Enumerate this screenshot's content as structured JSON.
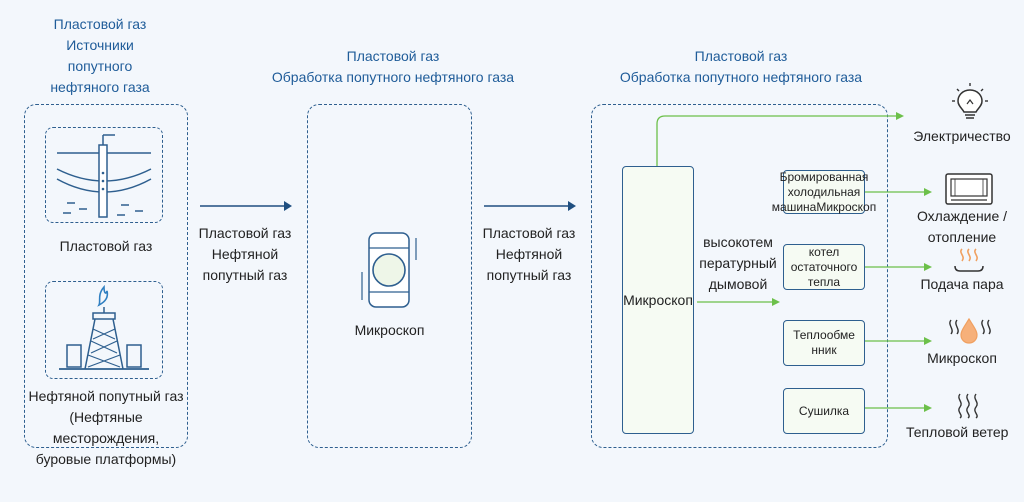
{
  "columns": {
    "sources": {
      "title_lines": [
        "Пластовой газ",
        "Источники",
        "попутного",
        "нефтяного газа"
      ],
      "items": [
        {
          "label": "Пластовой газ",
          "icon": "gas-well-icon"
        },
        {
          "label_lines": [
            "Нефтяной попутный газ",
            "(Нефтяные",
            "месторождения,",
            "буровые платформы)"
          ],
          "icon": "oil-derrick-icon"
        }
      ]
    },
    "treatment": {
      "title_lines": [
        "Пластовой газ",
        "Обработка попутного нефтяного газа"
      ],
      "device_label": "Микроскоп",
      "device_icon": "generator-icon"
    },
    "utilization": {
      "title_lines": [
        "Пластовой газ",
        "Обработка попутного нефтяного газа"
      ],
      "main_unit_label": "Микроскоп",
      "flue_gas_lines": [
        "высокотем",
        "пературный",
        "дымовой"
      ],
      "units": [
        {
          "lines": [
            "Бромированная",
            "холодильная",
            "машинаМикроскоп"
          ]
        },
        {
          "lines": [
            "котел",
            "остаточного",
            "тепла"
          ]
        },
        {
          "lines": [
            "Теплообме",
            "нник"
          ]
        },
        {
          "lines": [
            "Сушилка"
          ]
        }
      ]
    }
  },
  "flows": {
    "arrow1_lines": [
      "Пластовой газ",
      "Нефтяной",
      "попутный газ"
    ],
    "arrow2_lines": [
      "Пластовой газ",
      "Нефтяной",
      "попутный газ"
    ]
  },
  "outputs": [
    {
      "label_lines": [
        "Электричество"
      ],
      "icon": "light-bulb-icon"
    },
    {
      "label_lines": [
        "Охлаждение /",
        "отопление"
      ],
      "icon": "air-conditioner-icon"
    },
    {
      "label_lines": [
        "Подача пара"
      ],
      "icon": "steam-icon"
    },
    {
      "label_lines": [
        "Микроскоп"
      ],
      "icon": "hot-water-icon"
    },
    {
      "label_lines": [
        "Тепловой ветер"
      ],
      "icon": "hot-air-icon"
    }
  ],
  "colors": {
    "title_blue": "#1f5c99",
    "panel_border": "#2e5f8f",
    "arrow_navy": "#1f4f80",
    "output_green": "#6cc04a",
    "flame_orange": "#f0a060",
    "icon_blue": "#2f7fc1"
  }
}
